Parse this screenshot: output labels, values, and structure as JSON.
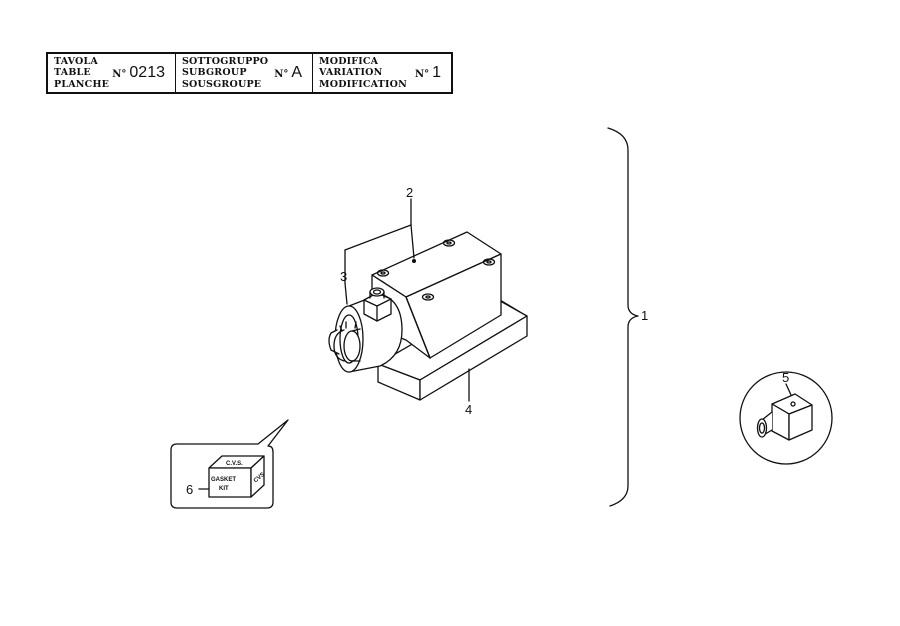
{
  "header": {
    "tavola": {
      "labels": [
        "TAVOLA",
        "TABLE",
        "PLANCHE"
      ],
      "prefix": "N°",
      "value": "0213"
    },
    "sottogruppo": {
      "labels": [
        "SOTTOGRUPPO",
        "SUBGROUP",
        "SOUSGROUPE"
      ],
      "prefix": "N°",
      "value": "A"
    },
    "modifica": {
      "labels": [
        "MODIFICA",
        "VARIATION",
        "MODIFICATION"
      ],
      "prefix": "N°",
      "value": "1"
    }
  },
  "callouts": {
    "assembly": "1",
    "housing": "2",
    "solenoid": "3",
    "base_plate": "4",
    "connector": "5",
    "gasket_kit": "6"
  },
  "kit": {
    "brand_top": "C.V.S.",
    "brand_side": "CVS",
    "label_line1": "GASKET",
    "label_line2": "KIT"
  }
}
